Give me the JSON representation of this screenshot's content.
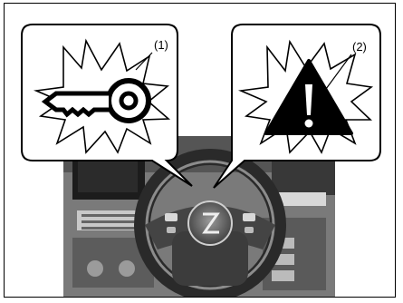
{
  "callouts": {
    "key_warning": {
      "label": "(1)",
      "icon": "key-icon"
    },
    "general_warning": {
      "label": "(2)",
      "icon": "warning-triangle-icon"
    }
  },
  "background": {
    "content": "car-dashboard-steering-wheel-photo"
  },
  "colors": {
    "ink": "#000000",
    "paper": "#ffffff",
    "photo_base": "#6f6f6f"
  }
}
